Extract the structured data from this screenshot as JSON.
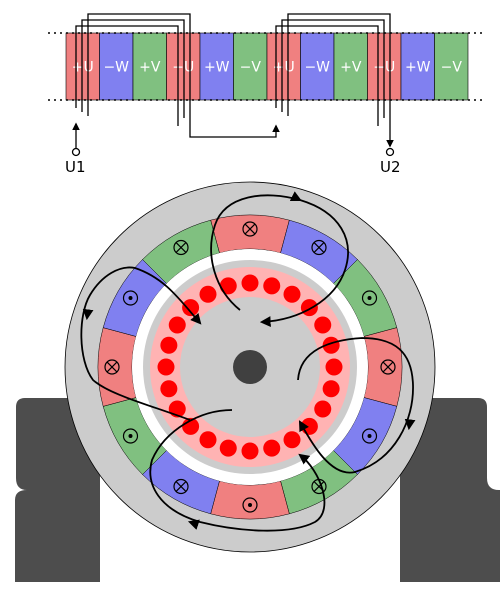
{
  "strip": {
    "slots": [
      "+U",
      "−W",
      "+V",
      "−U",
      "+W",
      "−V",
      "+U",
      "−W",
      "+V",
      "−U",
      "+W",
      "−V"
    ],
    "slot_phases": [
      "U",
      "W",
      "V",
      "U",
      "W",
      "V",
      "U",
      "W",
      "V",
      "U",
      "W",
      "V"
    ],
    "terminal_left": "U1",
    "terminal_right": "U2"
  },
  "motor": {
    "stator_slots": [
      "U",
      "W",
      "V",
      "U",
      "W",
      "V",
      "U",
      "W",
      "V",
      "U",
      "W",
      "V"
    ],
    "conductor_symbols": [
      "cross",
      "cross",
      "dot",
      "cross",
      "dot",
      "cross",
      "dot",
      "cross",
      "dot",
      "cross",
      "dot",
      "cross"
    ],
    "rotor_bar_count": 24
  },
  "colors": {
    "phase_U": "#f08080",
    "phase_V": "#80c080",
    "phase_W": "#8080f0",
    "frame": "#cccccc",
    "base": "#4d4d4d",
    "rotor_ring": "#ffb3b3",
    "rotor_bar": "#ff0000",
    "shaft": "#404040"
  }
}
